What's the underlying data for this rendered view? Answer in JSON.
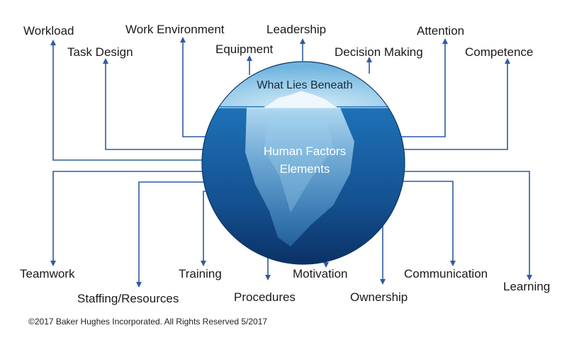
{
  "diagram": {
    "caption": "What Lies Beneath",
    "center_line1": "Human Factors",
    "center_line2": "Elements",
    "copyright": "©2017 Baker Hughes Incorporated. All Rights Reserved 5/2017",
    "line_color": "#2f5aa0",
    "top_labels": {
      "workload": "Workload",
      "task_design": "Task Design",
      "work_environment": "Work Environment",
      "equipment": "Equipment",
      "leadership": "Leadership",
      "decision_making": "Decision Making",
      "attention": "Attention",
      "competence": "Competence"
    },
    "bottom_labels": {
      "teamwork": "Teamwork",
      "staffing": "Staffing/Resources",
      "training": "Training",
      "procedures": "Procedures",
      "motivation": "Motivation",
      "ownership": "Ownership",
      "communication": "Communication",
      "learning": "Learning"
    }
  }
}
